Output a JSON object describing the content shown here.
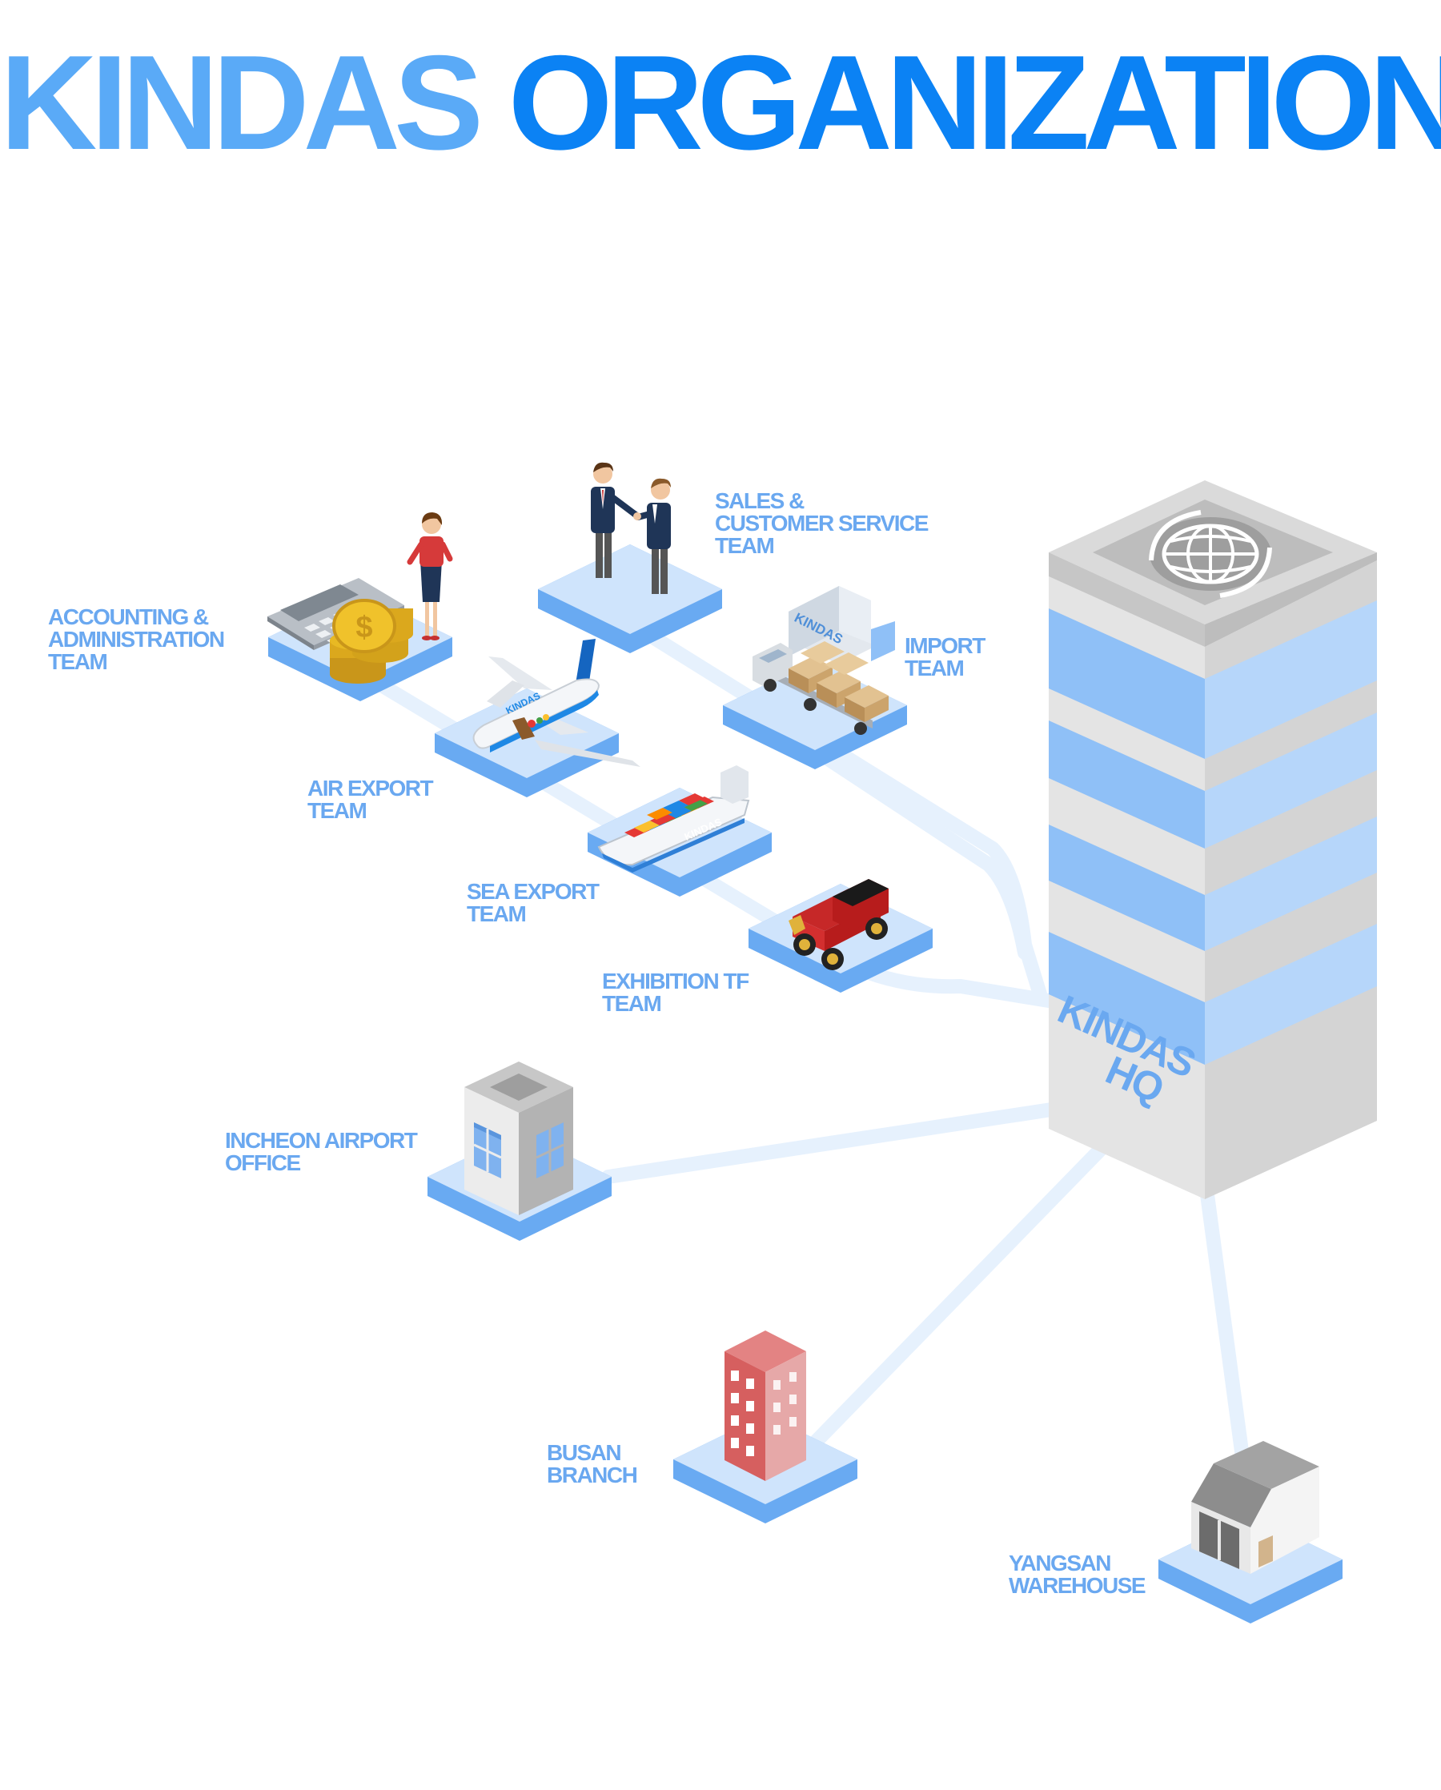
{
  "title": {
    "part1": "KINDAS",
    "part2": "ORGANIZATION"
  },
  "hq": {
    "line1": "KINDAS",
    "line2": "HQ",
    "icon": "globe-icon"
  },
  "nodes": [
    {
      "id": "sales",
      "lines": [
        "SALES &",
        "CUSTOMER SERVICE",
        "TEAM"
      ],
      "icon": "handshake-icon"
    },
    {
      "id": "accounting",
      "lines": [
        "ACCOUNTING &",
        "ADMINISTRATION",
        "TEAM"
      ],
      "icon": "calculator-coins-icon"
    },
    {
      "id": "import",
      "lines": [
        "IMPORT",
        "TEAM"
      ],
      "icon": "truck-cargo-icon",
      "sign": "KINDAS"
    },
    {
      "id": "air",
      "lines": [
        "AIR EXPORT",
        "TEAM"
      ],
      "icon": "airplane-icon",
      "plane_text": "KINDAS"
    },
    {
      "id": "sea",
      "lines": [
        "SEA EXPORT",
        "TEAM"
      ],
      "icon": "container-ship-icon",
      "ship_text": "KINDAS"
    },
    {
      "id": "exhibition",
      "lines": [
        "EXHIBITION TF",
        "TEAM"
      ],
      "icon": "classic-car-icon"
    },
    {
      "id": "incheon",
      "lines": [
        "INCHEON AIRPORT",
        "OFFICE"
      ],
      "icon": "office-building-icon"
    },
    {
      "id": "busan",
      "lines": [
        "BUSAN",
        "BRANCH"
      ],
      "icon": "branch-building-icon"
    },
    {
      "id": "yangsan",
      "lines": [
        "YANGSAN",
        "WAREHOUSE"
      ],
      "icon": "warehouse-icon"
    }
  ],
  "colors": {
    "title_light": "#5aaaf7",
    "title_dark": "#0b82f4",
    "label": "#6aa8f0",
    "tile_top": "#cfe4fc",
    "tile_side": "#69aaf2",
    "connector": "#e6f1fd",
    "tower_grey": "#d4d4d4",
    "tower_blue": "#8fc0f7"
  }
}
